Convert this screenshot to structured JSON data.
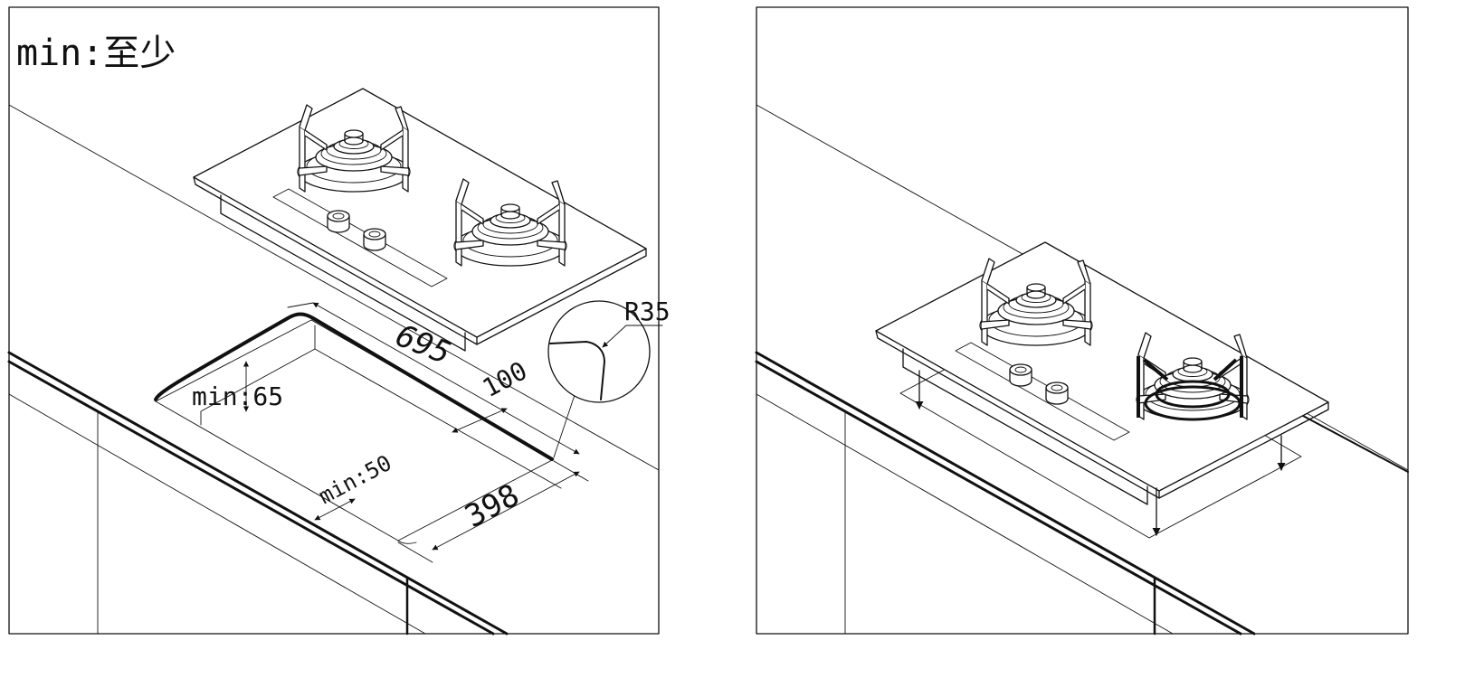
{
  "legend": {
    "text": "min:至少"
  },
  "dimensions": {
    "length": "695",
    "depth": "398",
    "back_clearance": "100",
    "side_clearance": "min:65",
    "front_clearance": "min:50",
    "corner_radius": "R35"
  }
}
